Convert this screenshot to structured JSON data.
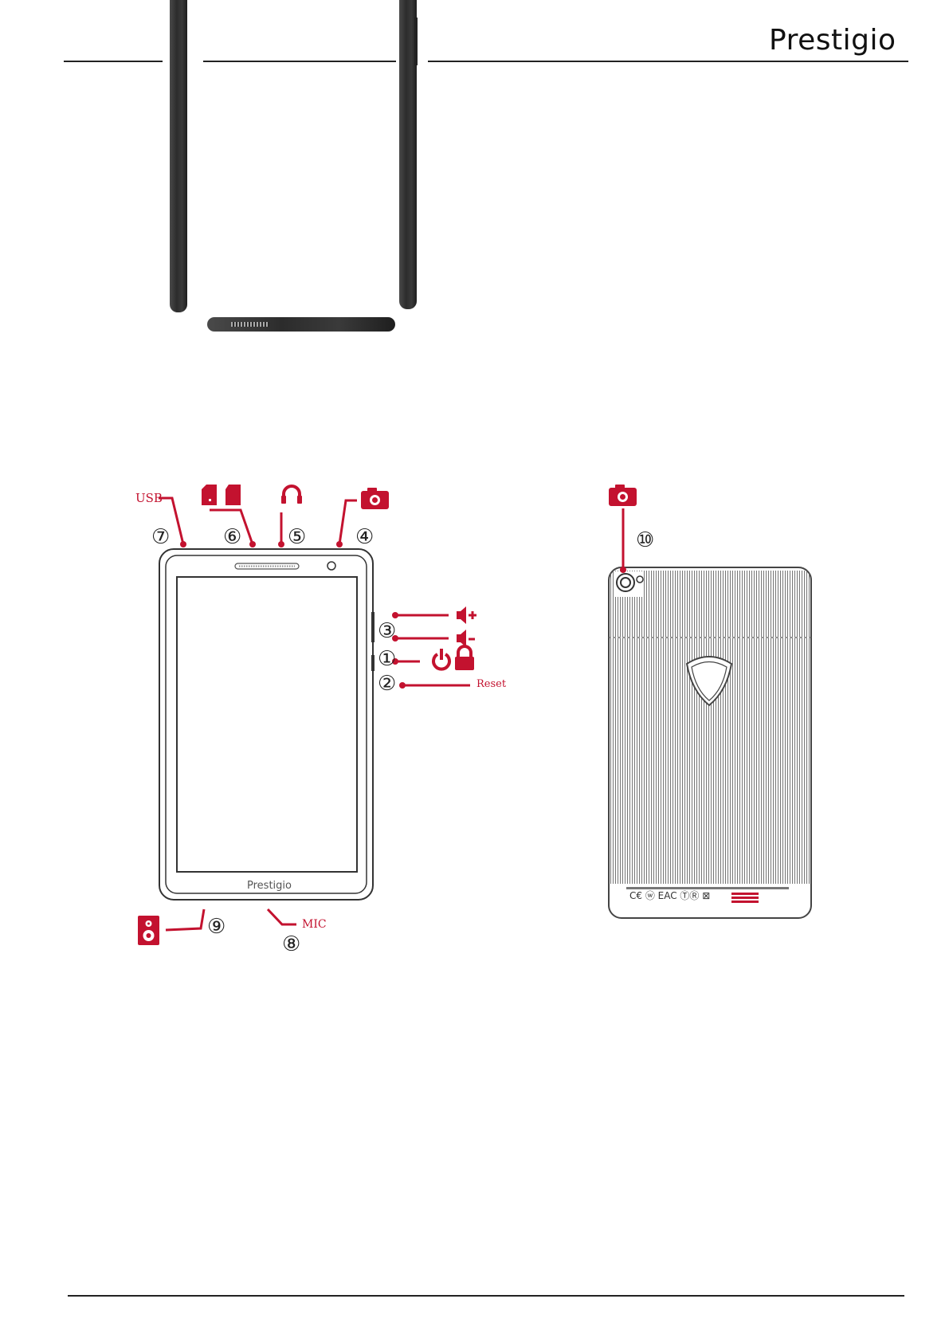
{
  "header": {
    "brand": "Prestigio"
  },
  "front_labels": {
    "usb": "USB",
    "reset": "Reset",
    "mic": "MIC",
    "screen_logo": "Prestigio"
  },
  "callouts": [
    {
      "id": "power",
      "number": "①"
    },
    {
      "id": "reset",
      "number": "②"
    },
    {
      "id": "volume",
      "number": "③"
    },
    {
      "id": "front-camera",
      "number": "④"
    },
    {
      "id": "headphone",
      "number": "⑤"
    },
    {
      "id": "sd-card",
      "number": "⑥"
    },
    {
      "id": "usb",
      "number": "⑦"
    },
    {
      "id": "mic",
      "number": "⑧"
    },
    {
      "id": "speaker",
      "number": "⑨"
    },
    {
      "id": "rear-camera",
      "number": "⑩"
    }
  ],
  "icons": {
    "accent_color": "#c3122f",
    "list": [
      "sd-card-icon",
      "headphone-icon",
      "camera-icon",
      "volume-up-icon",
      "volume-down-icon",
      "power-icon",
      "lock-icon",
      "speaker-icon"
    ]
  }
}
